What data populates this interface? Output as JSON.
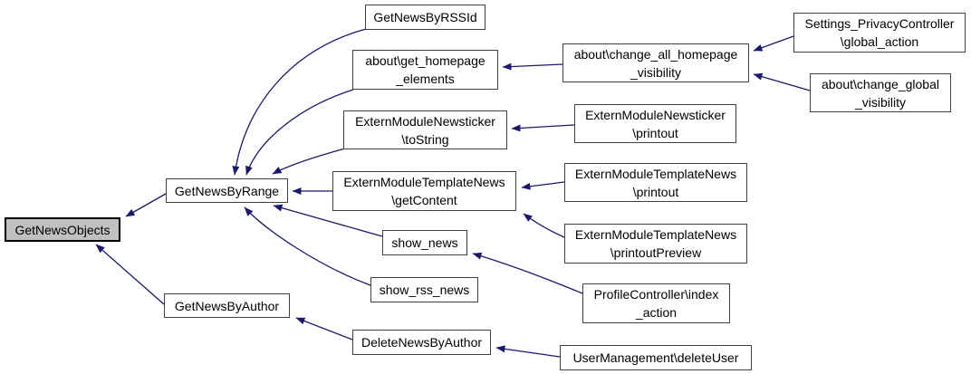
{
  "diagram": {
    "type": "call-graph",
    "colors": {
      "background": "#ffffff",
      "edge": "#191970",
      "node_border": "#404040",
      "node_fill": "#ffffff",
      "focus_node_fill": "#c0c0c0",
      "text": "#000000"
    },
    "nodes": [
      {
        "id": "GetNewsObjects",
        "label": "GetNewsObjects",
        "focused": true
      },
      {
        "id": "GetNewsByRange",
        "label": "GetNewsByRange",
        "focused": false
      },
      {
        "id": "GetNewsByAuthor",
        "label": "GetNewsByAuthor",
        "focused": false
      },
      {
        "id": "GetNewsByRSSId",
        "label": "GetNewsByRSSId",
        "focused": false
      },
      {
        "id": "about_get_homepage_elements",
        "label": "about\\get_homepage\n_elements",
        "focused": false
      },
      {
        "id": "ExternModuleNewsticker_toString",
        "label": "ExternModuleNewsticker\n\\toString",
        "focused": false
      },
      {
        "id": "ExternModuleTemplateNews_getContent",
        "label": "ExternModuleTemplateNews\n\\getContent",
        "focused": false
      },
      {
        "id": "show_news",
        "label": "show_news",
        "focused": false
      },
      {
        "id": "show_rss_news",
        "label": "show_rss_news",
        "focused": false
      },
      {
        "id": "DeleteNewsByAuthor",
        "label": "DeleteNewsByAuthor",
        "focused": false
      },
      {
        "id": "about_change_all_homepage_visibility",
        "label": "about\\change_all_homepage\n_visibility",
        "focused": false
      },
      {
        "id": "ExternModuleNewsticker_printout",
        "label": "ExternModuleNewsticker\n\\printout",
        "focused": false
      },
      {
        "id": "ExternModuleTemplateNews_printout",
        "label": "ExternModuleTemplateNews\n\\printout",
        "focused": false
      },
      {
        "id": "ExternModuleTemplateNews_printoutPreview",
        "label": "ExternModuleTemplateNews\n\\printoutPreview",
        "focused": false
      },
      {
        "id": "ProfileController_index_action",
        "label": "ProfileController\\index\n_action",
        "focused": false
      },
      {
        "id": "UserManagement_deleteUser",
        "label": "UserManagement\\deleteUser",
        "focused": false
      },
      {
        "id": "Settings_PrivacyController_global_action",
        "label": "Settings_PrivacyController\n\\global_action",
        "focused": false
      },
      {
        "id": "about_change_global_visibility",
        "label": "about\\change_global\n_visibility",
        "focused": false
      }
    ],
    "edges": [
      {
        "from": "GetNewsByRange",
        "to": "GetNewsObjects"
      },
      {
        "from": "GetNewsByAuthor",
        "to": "GetNewsObjects"
      },
      {
        "from": "GetNewsByRSSId",
        "to": "GetNewsByRange"
      },
      {
        "from": "about_get_homepage_elements",
        "to": "GetNewsByRange"
      },
      {
        "from": "ExternModuleNewsticker_toString",
        "to": "GetNewsByRange"
      },
      {
        "from": "ExternModuleTemplateNews_getContent",
        "to": "GetNewsByRange"
      },
      {
        "from": "show_news",
        "to": "GetNewsByRange"
      },
      {
        "from": "show_rss_news",
        "to": "GetNewsByRange"
      },
      {
        "from": "about_change_all_homepage_visibility",
        "to": "about_get_homepage_elements"
      },
      {
        "from": "Settings_PrivacyController_global_action",
        "to": "about_change_all_homepage_visibility"
      },
      {
        "from": "about_change_global_visibility",
        "to": "about_change_all_homepage_visibility"
      },
      {
        "from": "ExternModuleNewsticker_printout",
        "to": "ExternModuleNewsticker_toString"
      },
      {
        "from": "ExternModuleTemplateNews_printout",
        "to": "ExternModuleTemplateNews_getContent"
      },
      {
        "from": "ExternModuleTemplateNews_printoutPreview",
        "to": "ExternModuleTemplateNews_getContent"
      },
      {
        "from": "ProfileController_index_action",
        "to": "show_news"
      },
      {
        "from": "DeleteNewsByAuthor",
        "to": "GetNewsByAuthor"
      },
      {
        "from": "UserManagement_deleteUser",
        "to": "DeleteNewsByAuthor"
      }
    ]
  }
}
